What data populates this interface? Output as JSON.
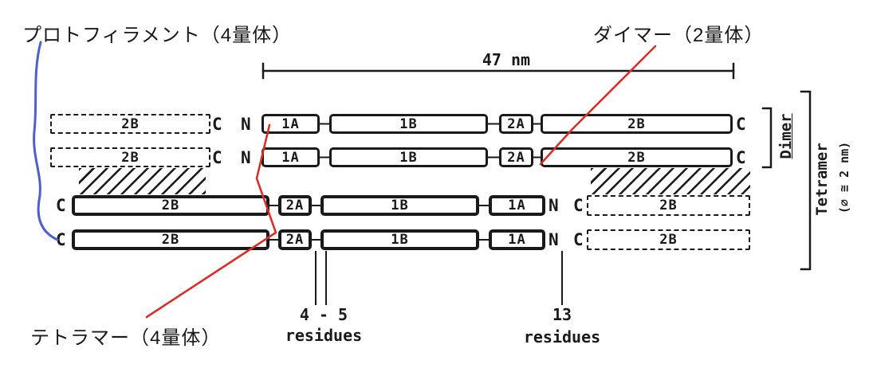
{
  "colors": {
    "ink": "#1a1a1a",
    "red": "#d63029",
    "blue": "#4f5fce"
  },
  "callouts": {
    "protofilament": "プロトフィラメント（4量体）",
    "dimer": "ダイマー（2量体）",
    "tetramer": "テトラマー（4量体）"
  },
  "scale_bar": {
    "label": "47 nm"
  },
  "rows": [
    {
      "overlap_label": "2B",
      "overlap_c": "C",
      "n": "N",
      "s1a": "1A",
      "s1b": "1B",
      "s2a": "2A",
      "s2b": "2B",
      "c": "C"
    },
    {
      "overlap_label": "2B",
      "overlap_c": "C",
      "n": "N",
      "s1a": "1A",
      "s1b": "1B",
      "s2a": "2A",
      "s2b": "2B",
      "c": "C"
    },
    {
      "c": "C",
      "s2b": "2B",
      "s2a": "2A",
      "s1b": "1B",
      "s1a": "1A",
      "n": "N",
      "overlap_c": "C",
      "overlap_label": "2B"
    },
    {
      "c": "C",
      "s2b": "2B",
      "s2a": "2A",
      "s1b": "1B",
      "s1a": "1A",
      "n": "N",
      "overlap_c": "C",
      "overlap_label": "2B"
    }
  ],
  "annotations": {
    "linker_left": {
      "value": "4 - 5",
      "unit": "residues"
    },
    "linker_right": {
      "value": "13",
      "unit": "residues"
    }
  },
  "side_labels": {
    "dimer": "Dimer",
    "tetramer": "Tetramer",
    "diameter": "(∅ ≅ 2 nm)"
  }
}
